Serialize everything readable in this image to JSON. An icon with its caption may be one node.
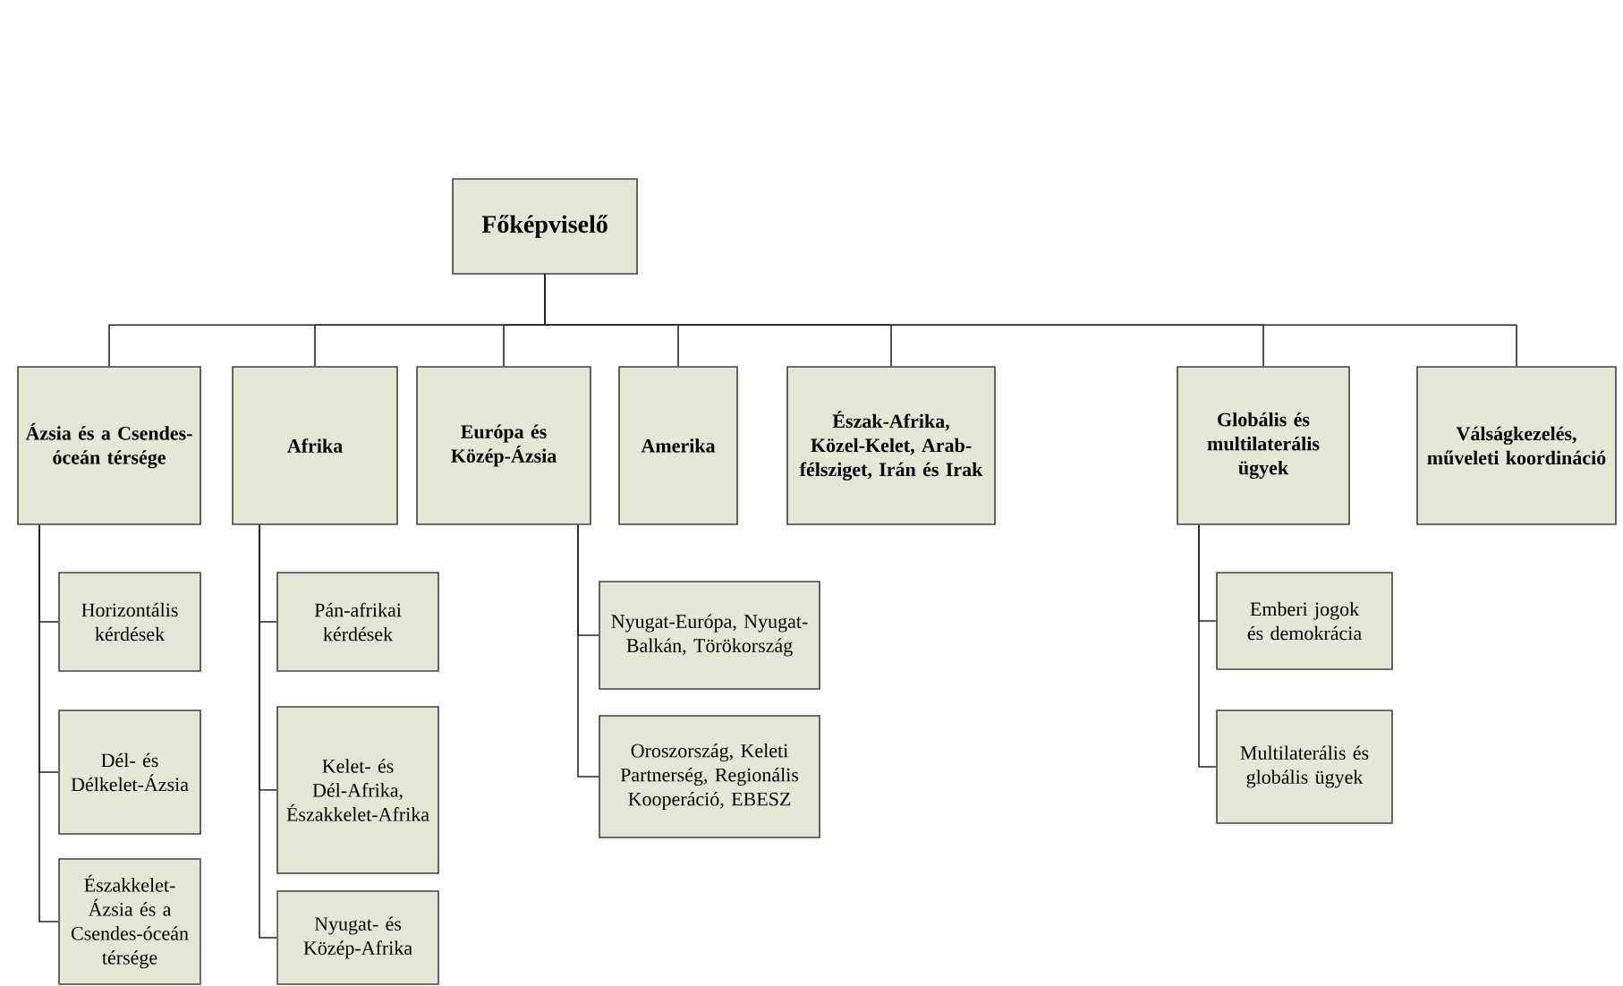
{
  "diagram": {
    "nodes": [
      {
        "text": [
          "Főképviselő"
        ]
      },
      {
        "text": [
          "Ázsia és a Csendes-óceán térsége"
        ]
      },
      {
        "text": [
          "Afrika"
        ]
      },
      {
        "text": [
          "Európa és Közép-Ázsia"
        ]
      },
      {
        "text": [
          "Amerika"
        ]
      },
      {
        "text": [
          "Észak-Afrika, Közel-Kelet, Arab-félsziget, Irán és Irak"
        ]
      },
      {
        "text": [
          "Globális és multilaterális ügyek"
        ]
      },
      {
        "text": [
          "Válságkezelés, műveleti koordináció"
        ]
      },
      {
        "text": [
          "Horizontális kérdések"
        ]
      },
      {
        "text": [
          "Dél- és Délkelet-Ázsia"
        ]
      },
      {
        "text": [
          "Északkelet-Ázsia és a Csendes-óceán térsége"
        ]
      },
      {
        "text": [
          "Pán-afrikai kérdések"
        ]
      },
      {
        "text": [
          "Kelet- és Dél-Afrika, Északkelet-Afrika"
        ]
      },
      {
        "text": [
          "Nyugat- és Közép-Afrika"
        ]
      },
      {
        "text": [
          "Nyugat-Európa, Nyugat-Balkán, Törökország"
        ]
      },
      {
        "text": [
          "Oroszország, Keleti Partnerség, Regionális Kooperáció, EBESZ"
        ]
      },
      {
        "text": [
          "Emberi jogok és demokrácia"
        ]
      },
      {
        "text": [
          "Multilaterális és globális ügyek"
        ]
      }
    ],
    "edges": [
      {
        "from": 0,
        "to": 1,
        "arrow": "none"
      },
      {
        "from": 0,
        "to": 2,
        "arrow": "none"
      },
      {
        "from": 0,
        "to": 3,
        "arrow": "none"
      },
      {
        "from": 0,
        "to": 4,
        "arrow": "none"
      },
      {
        "from": 0,
        "to": 5,
        "arrow": "none"
      },
      {
        "from": 0,
        "to": 6,
        "arrow": "none"
      },
      {
        "from": 0,
        "to": 7,
        "arrow": "none"
      },
      {
        "from": 1,
        "to": 8,
        "arrow": "none"
      },
      {
        "from": 1,
        "to": 9,
        "arrow": "none"
      },
      {
        "from": 1,
        "to": 10,
        "arrow": "none"
      },
      {
        "from": 2,
        "to": 11,
        "arrow": "none"
      },
      {
        "from": 2,
        "to": 12,
        "arrow": "none"
      },
      {
        "from": 2,
        "to": 13,
        "arrow": "none"
      },
      {
        "from": 3,
        "to": 14,
        "arrow": "none"
      },
      {
        "from": 3,
        "to": 15,
        "arrow": "none"
      },
      {
        "from": 6,
        "to": 16,
        "arrow": "none"
      },
      {
        "from": 6,
        "to": 17,
        "arrow": "none"
      }
    ]
  }
}
